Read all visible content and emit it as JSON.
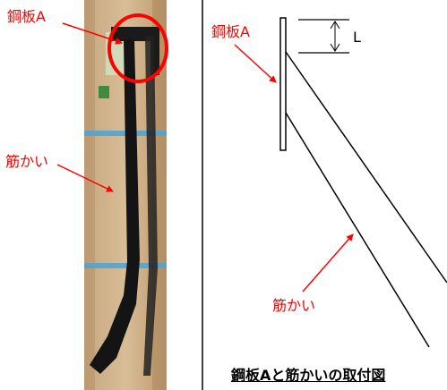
{
  "photo": {
    "label_plate": "鋼板A",
    "label_brace": "筋かい"
  },
  "drawing": {
    "label_plate": "鋼板A",
    "label_dimension": "L",
    "label_brace": "筋かい",
    "caption": "鋼板Aと筋かいの取付図"
  },
  "colors": {
    "annotation": "#ff0000",
    "line": "#000000",
    "panel_divider": "#000000"
  }
}
